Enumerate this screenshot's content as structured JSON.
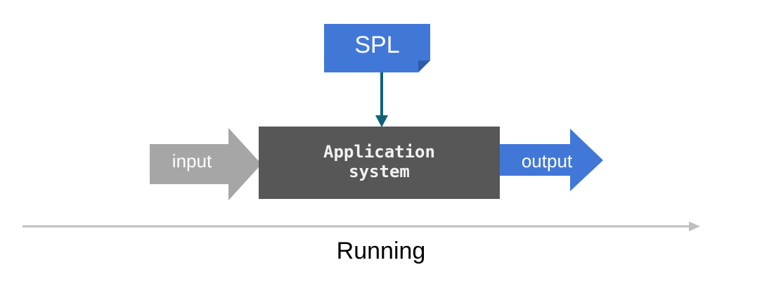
{
  "diagram": {
    "title": "Running",
    "type": "flow-diagram",
    "background_color": "#ffffff",
    "nodes": {
      "spl_note": {
        "label": "SPL",
        "shape": "folded-corner-note",
        "fill_color": "#4178D8",
        "text_color": "#ffffff"
      },
      "application_system": {
        "label": "Application\nsystem",
        "line_1": "Application",
        "line_2": "system",
        "shape": "rectangle",
        "fill_color": "#575757",
        "text_color": "#f2f2f2"
      },
      "input_arrow": {
        "label": "input",
        "shape": "block-arrow-right",
        "fill_color": "#A6A6A6",
        "text_color": "#ffffff"
      },
      "output_arrow": {
        "label": "output",
        "shape": "block-arrow-right",
        "fill_color": "#4178D8",
        "text_color": "#ffffff"
      }
    },
    "connectors": {
      "spl_to_application": {
        "from": "spl_note",
        "to": "application_system",
        "color": "#11607A",
        "style": "solid-arrow-down"
      }
    },
    "timeline": {
      "caption": "Running",
      "color": "#BFBFBF",
      "caption_color": "#000000",
      "style": "solid-arrow-right"
    }
  }
}
